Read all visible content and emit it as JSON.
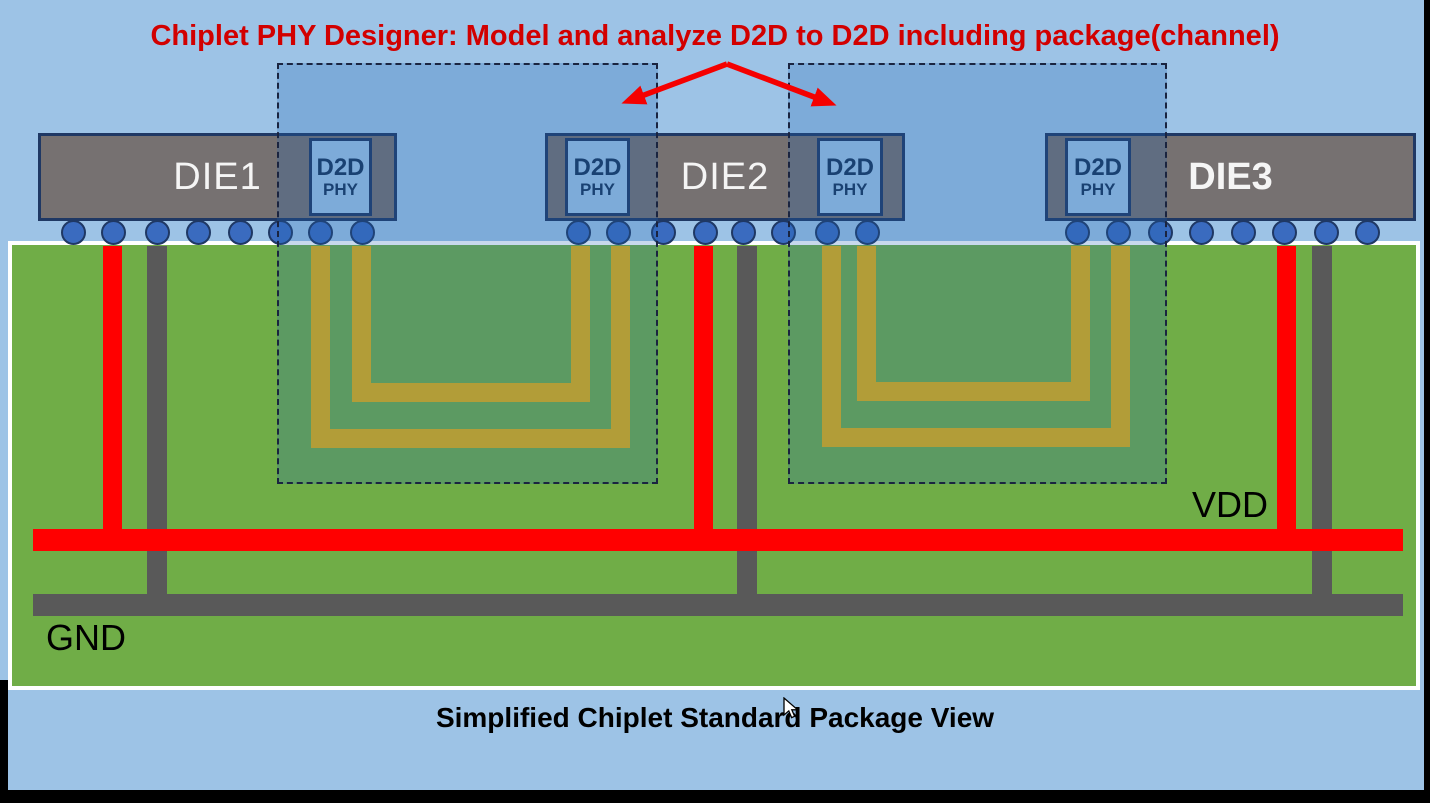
{
  "title": "Chiplet PHY Designer: Model and analyze D2D to D2D including package(channel)",
  "caption": "Simplified Chiplet Standard Package View",
  "dies": [
    {
      "label": "DIE1"
    },
    {
      "label": "DIE2"
    },
    {
      "label": "DIE3"
    }
  ],
  "phy": {
    "line1": "D2D",
    "line2": "PHY"
  },
  "labels": {
    "vdd": "VDD",
    "gnd": "GND"
  },
  "colors": {
    "background_sky": "#9dc3e6",
    "substrate_green": "#70ad47",
    "die_gray": "#767171",
    "border_navy": "#1f3864",
    "phy_fill_blue": "#9dc3e6",
    "bump_blue": "#3a6bbf",
    "vdd_red": "#ff0000",
    "gnd_gray": "#595959",
    "signal_trace_gold": "#b29d38",
    "title_red": "#d20000",
    "channel_overlay_blue": "rgba(30,100,180,0.25)"
  }
}
